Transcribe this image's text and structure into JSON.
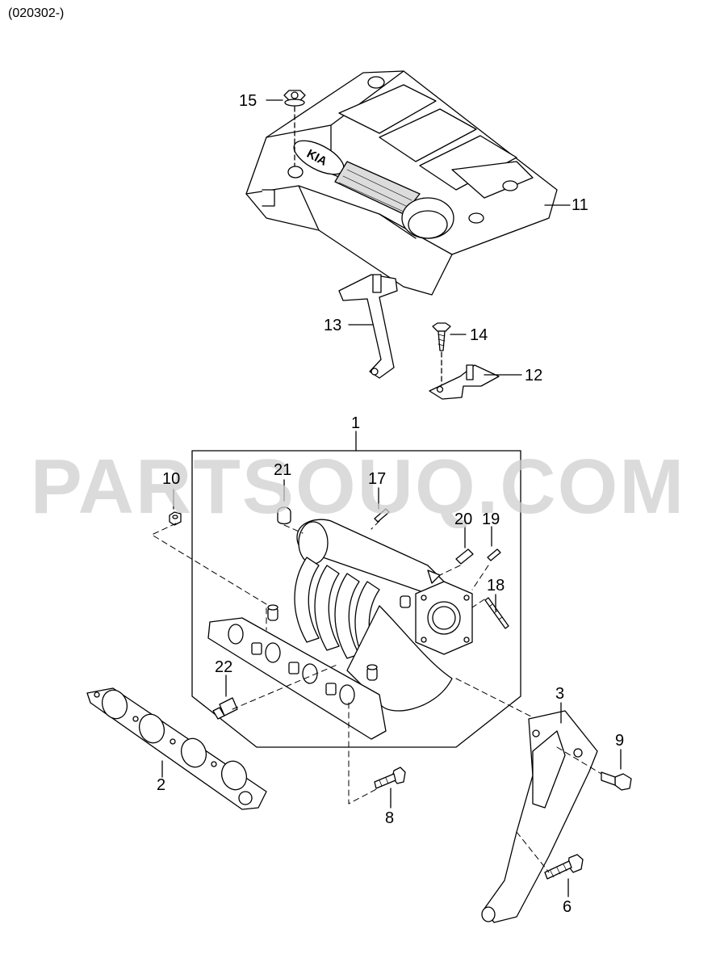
{
  "header": {
    "doc_code": "(020302-)"
  },
  "watermark": "PARTSOUQ.COM",
  "callouts": {
    "c1": "1",
    "c2": "2",
    "c3": "3",
    "c6": "6",
    "c8": "8",
    "c9": "9",
    "c10": "10",
    "c11": "11",
    "c12": "12",
    "c13": "13",
    "c14": "14",
    "c15": "15",
    "c17": "17",
    "c18": "18",
    "c19": "19",
    "c20": "20",
    "c21": "21",
    "c22": "22"
  },
  "colors": {
    "line": "#000000",
    "fill": "#ffffff",
    "shade": "#e8e8e8",
    "watermark": "#cfcfcf"
  }
}
